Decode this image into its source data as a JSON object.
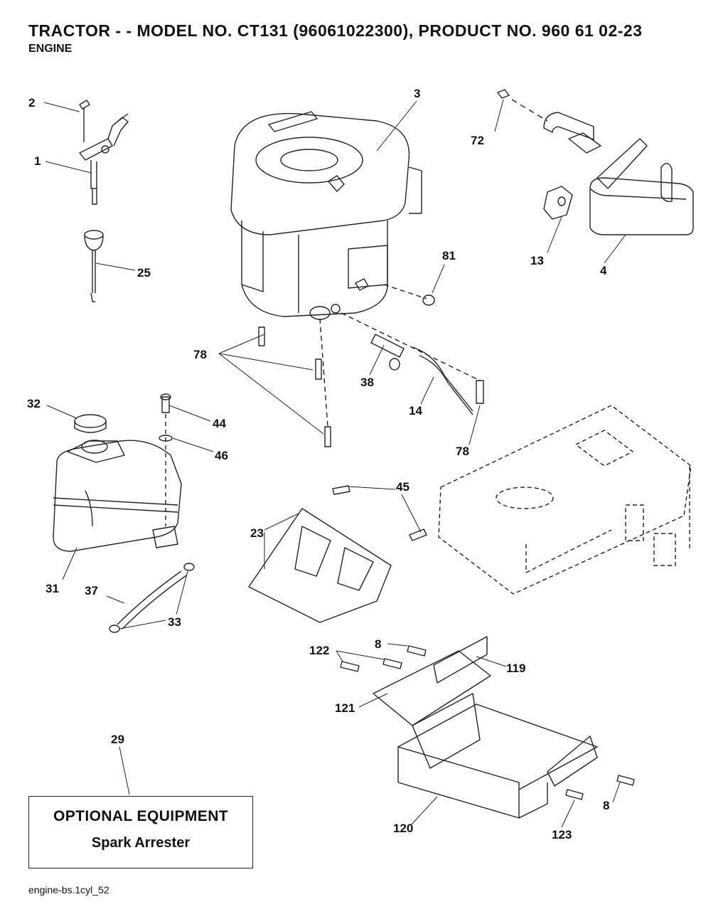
{
  "header": {
    "title": "TRACTOR - - MODEL NO. CT131 (96061022300), PRODUCT NO. 960 61 02-23",
    "subtitle": "ENGINE"
  },
  "callouts": {
    "c1": "1",
    "c2": "2",
    "c3": "3",
    "c4": "4",
    "c8a": "8",
    "c8b": "8",
    "c13": "13",
    "c14": "14",
    "c23": "23",
    "c25": "25",
    "c29": "29",
    "c31": "31",
    "c32": "32",
    "c33": "33",
    "c37": "37",
    "c38": "38",
    "c44": "44",
    "c45": "45",
    "c46": "46",
    "c72": "72",
    "c78a": "78",
    "c78b": "78",
    "c81": "81",
    "c119": "119",
    "c120": "120",
    "c121": "121",
    "c122": "122",
    "c123": "123"
  },
  "optional_box": {
    "heading": "OPTIONAL EQUIPMENT",
    "item": "Spark Arrester"
  },
  "footer": {
    "code": "engine-bs.1cyl_52"
  }
}
